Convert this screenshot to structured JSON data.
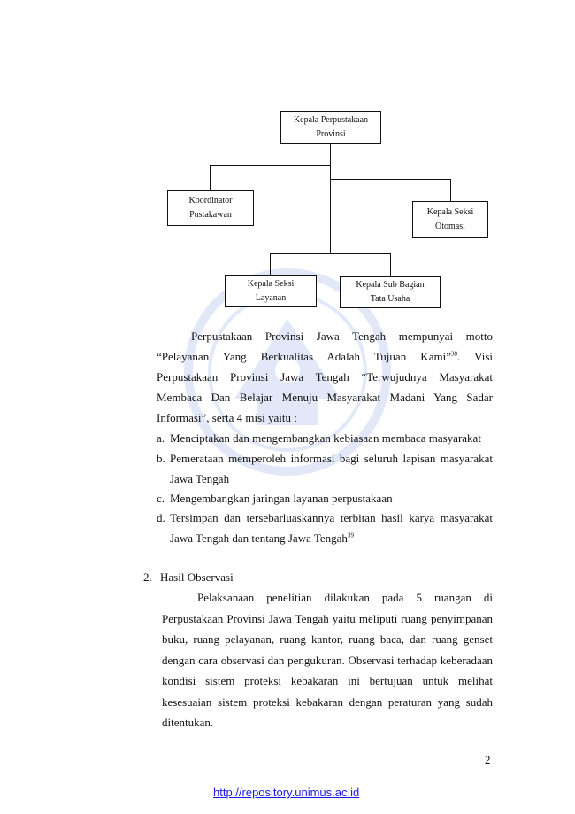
{
  "org_chart": {
    "head": "Kepala Perpustakaan Provinsi",
    "koordinator": "Koordinator Pustakawan",
    "otomasi": "Kepala Seksi Otomasi",
    "layanan": "Kepala Seksi Layanan",
    "tata_usaha": "Kepala Sub Bagian Tata Usaha"
  },
  "intro_paragraph": {
    "line1": "Perpustakaan Provinsi Jawa Tengah mempunyai motto",
    "line2_text": "“Pelayanan Yang Berkualitas Adalah Tujuan Kami”",
    "footnote_38": "38",
    "line2_tail": ". Visi",
    "line3": "Perpustakaan Provinsi Jawa Tengah “Terwujudnya Masyarakat",
    "line4": "Membaca Dan Belajar Menuju Masyarakat Madani Yang Sadar",
    "line5": "Informasi”, serta 4 misi yaitu :"
  },
  "misi": [
    {
      "marker": "a.",
      "text": "Menciptakan dan mengembangkan kebiasaan membaca masyarakat"
    },
    {
      "marker": "b.",
      "text": "Pemerataan memperoleh informasi bagi seluruh lapisan masyarakat Jawa Tengah"
    },
    {
      "marker": "c.",
      "text": "Mengembangkan jaringan layanan perpustakaan"
    },
    {
      "marker": "d.",
      "text": "Tersimpan dan tersebarluaskannya terbitan hasil karya masyarakat Jawa Tengah dan tentang Jawa Tengah",
      "footnote": "39"
    }
  ],
  "section2": {
    "number": "2.",
    "title": "Hasil Observasi",
    "paragraph": "Pelaksanaan penelitian dilakukan pada 5 ruangan di Perpustakaan Provinsi Jawa Tengah yaitu meliputi ruang penyimpanan buku, ruang pelayanan, ruang kantor, ruang baca, dan ruang genset dengan cara observasi dan pengukuran. Observasi terhadap keberadaan kondisi sistem proteksi kebakaran ini bertujuan untuk melihat kesesuaian sistem proteksi kebakaran dengan peraturan yang sudah ditentukan."
  },
  "page_number": "2",
  "footer_link": "http://repository.unimus.ac.id"
}
